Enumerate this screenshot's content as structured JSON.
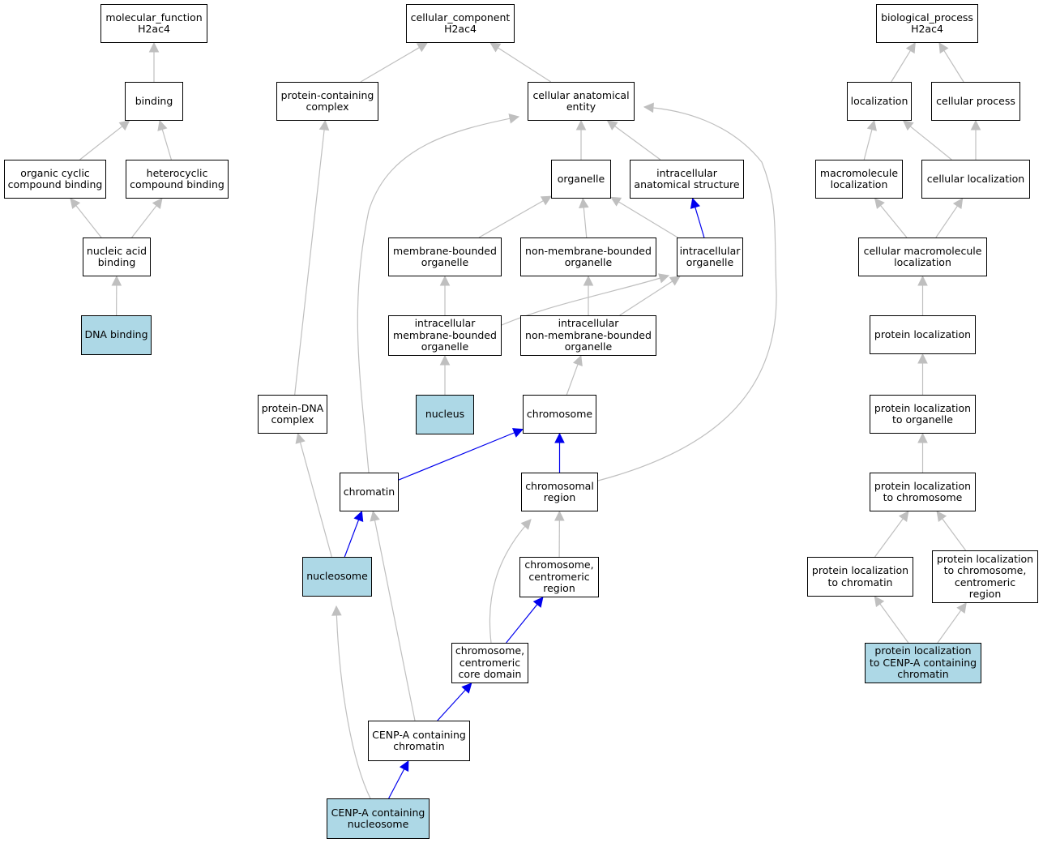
{
  "colors": {
    "annotated_fill": "#add8e6",
    "edge_default": "#bfbfbf",
    "edge_part_of": "#0000ee",
    "box_border": "#000000"
  },
  "nodes": [
    {
      "id": "mf",
      "label": "molecular_function\nH2ac4",
      "annotated": false
    },
    {
      "id": "binding",
      "label": "binding",
      "annotated": false
    },
    {
      "id": "ocb",
      "label": "organic cyclic\ncompound binding",
      "annotated": false
    },
    {
      "id": "hcb",
      "label": "heterocyclic\ncompound binding",
      "annotated": false
    },
    {
      "id": "nab",
      "label": "nucleic acid\nbinding",
      "annotated": false
    },
    {
      "id": "dnab",
      "label": "DNA binding",
      "annotated": true
    },
    {
      "id": "cc",
      "label": "cellular_component\nH2ac4",
      "annotated": false
    },
    {
      "id": "pcc",
      "label": "protein-containing\ncomplex",
      "annotated": false
    },
    {
      "id": "cae",
      "label": "cellular anatomical\nentity",
      "annotated": false
    },
    {
      "id": "organelle",
      "label": "organelle",
      "annotated": false
    },
    {
      "id": "ias",
      "label": "intracellular\nanatomical structure",
      "annotated": false
    },
    {
      "id": "mbo",
      "label": "membrane-bounded\norganelle",
      "annotated": false
    },
    {
      "id": "nmbo",
      "label": "non-membrane-bounded\norganelle",
      "annotated": false
    },
    {
      "id": "io",
      "label": "intracellular\norganelle",
      "annotated": false
    },
    {
      "id": "imbo",
      "label": "intracellular\nmembrane-bounded\norganelle",
      "annotated": false
    },
    {
      "id": "inmbo",
      "label": "intracellular\nnon-membrane-bounded\norganelle",
      "annotated": false
    },
    {
      "id": "pdna",
      "label": "protein-DNA\ncomplex",
      "annotated": false
    },
    {
      "id": "nucleus",
      "label": "nucleus",
      "annotated": true
    },
    {
      "id": "chromosome",
      "label": "chromosome",
      "annotated": false
    },
    {
      "id": "chromatin",
      "label": "chromatin",
      "annotated": false
    },
    {
      "id": "chrreg",
      "label": "chromosomal\nregion",
      "annotated": false
    },
    {
      "id": "nucleosome",
      "label": "nucleosome",
      "annotated": true
    },
    {
      "id": "ccr",
      "label": "chromosome,\ncentromeric\nregion",
      "annotated": false
    },
    {
      "id": "cccd",
      "label": "chromosome,\ncentromeric\ncore domain",
      "annotated": false
    },
    {
      "id": "cenpac",
      "label": "CENP-A containing\nchromatin",
      "annotated": false
    },
    {
      "id": "cenpan",
      "label": "CENP-A containing\nnucleosome",
      "annotated": true
    },
    {
      "id": "bp",
      "label": "biological_process\nH2ac4",
      "annotated": false
    },
    {
      "id": "loc",
      "label": "localization",
      "annotated": false
    },
    {
      "id": "cp",
      "label": "cellular process",
      "annotated": false
    },
    {
      "id": "ml",
      "label": "macromolecule\nlocalization",
      "annotated": false
    },
    {
      "id": "cl",
      "label": "cellular localization",
      "annotated": false
    },
    {
      "id": "cml",
      "label": "cellular macromolecule\nlocalization",
      "annotated": false
    },
    {
      "id": "pl",
      "label": "protein localization",
      "annotated": false
    },
    {
      "id": "plo",
      "label": "protein localization\nto organelle",
      "annotated": false
    },
    {
      "id": "plc",
      "label": "protein localization\nto chromosome",
      "annotated": false
    },
    {
      "id": "plchr",
      "label": "protein localization\nto chromatin",
      "annotated": false
    },
    {
      "id": "plccr",
      "label": "protein localization\nto chromosome,\ncentromeric\nregion",
      "annotated": false
    },
    {
      "id": "plcenp",
      "label": "protein localization\nto CENP-A containing\nchromatin",
      "annotated": true
    }
  ],
  "edges": [
    {
      "from": "binding",
      "to": "mf",
      "type": "is_a"
    },
    {
      "from": "ocb",
      "to": "binding",
      "type": "is_a"
    },
    {
      "from": "hcb",
      "to": "binding",
      "type": "is_a"
    },
    {
      "from": "nab",
      "to": "ocb",
      "type": "is_a"
    },
    {
      "from": "nab",
      "to": "hcb",
      "type": "is_a"
    },
    {
      "from": "dnab",
      "to": "nab",
      "type": "is_a"
    },
    {
      "from": "pcc",
      "to": "cc",
      "type": "is_a"
    },
    {
      "from": "cae",
      "to": "cc",
      "type": "is_a"
    },
    {
      "from": "organelle",
      "to": "cae",
      "type": "is_a"
    },
    {
      "from": "ias",
      "to": "cae",
      "type": "is_a"
    },
    {
      "from": "mbo",
      "to": "organelle",
      "type": "is_a"
    },
    {
      "from": "nmbo",
      "to": "organelle",
      "type": "is_a"
    },
    {
      "from": "io",
      "to": "organelle",
      "type": "is_a"
    },
    {
      "from": "io",
      "to": "ias",
      "type": "part_of"
    },
    {
      "from": "imbo",
      "to": "mbo",
      "type": "is_a"
    },
    {
      "from": "imbo",
      "to": "io",
      "type": "is_a"
    },
    {
      "from": "inmbo",
      "to": "nmbo",
      "type": "is_a"
    },
    {
      "from": "inmbo",
      "to": "io",
      "type": "is_a"
    },
    {
      "from": "nucleus",
      "to": "imbo",
      "type": "is_a"
    },
    {
      "from": "chromosome",
      "to": "inmbo",
      "type": "is_a"
    },
    {
      "from": "pdna",
      "to": "pcc",
      "type": "is_a"
    },
    {
      "from": "chromatin",
      "to": "cae",
      "type": "is_a"
    },
    {
      "from": "chromatin",
      "to": "chromosome",
      "type": "part_of"
    },
    {
      "from": "chrreg",
      "to": "chromosome",
      "type": "part_of"
    },
    {
      "from": "chrreg",
      "to": "cae",
      "type": "is_a"
    },
    {
      "from": "nucleosome",
      "to": "pdna",
      "type": "is_a"
    },
    {
      "from": "nucleosome",
      "to": "chromatin",
      "type": "part_of"
    },
    {
      "from": "ccr",
      "to": "chrreg",
      "type": "is_a"
    },
    {
      "from": "cccd",
      "to": "ccr",
      "type": "part_of"
    },
    {
      "from": "cccd",
      "to": "chrreg",
      "type": "is_a"
    },
    {
      "from": "cenpac",
      "to": "cccd",
      "type": "part_of"
    },
    {
      "from": "cenpac",
      "to": "chromatin",
      "type": "is_a"
    },
    {
      "from": "cenpan",
      "to": "cenpac",
      "type": "part_of"
    },
    {
      "from": "cenpan",
      "to": "nucleosome",
      "type": "is_a"
    },
    {
      "from": "loc",
      "to": "bp",
      "type": "is_a"
    },
    {
      "from": "cp",
      "to": "bp",
      "type": "is_a"
    },
    {
      "from": "ml",
      "to": "loc",
      "type": "is_a"
    },
    {
      "from": "cl",
      "to": "loc",
      "type": "is_a"
    },
    {
      "from": "cl",
      "to": "cp",
      "type": "is_a"
    },
    {
      "from": "cml",
      "to": "ml",
      "type": "is_a"
    },
    {
      "from": "cml",
      "to": "cl",
      "type": "is_a"
    },
    {
      "from": "pl",
      "to": "cml",
      "type": "is_a"
    },
    {
      "from": "plo",
      "to": "pl",
      "type": "is_a"
    },
    {
      "from": "plc",
      "to": "plo",
      "type": "is_a"
    },
    {
      "from": "plchr",
      "to": "plc",
      "type": "is_a"
    },
    {
      "from": "plccr",
      "to": "plc",
      "type": "is_a"
    },
    {
      "from": "plcenp",
      "to": "plchr",
      "type": "is_a"
    },
    {
      "from": "plcenp",
      "to": "plccr",
      "type": "is_a"
    }
  ]
}
